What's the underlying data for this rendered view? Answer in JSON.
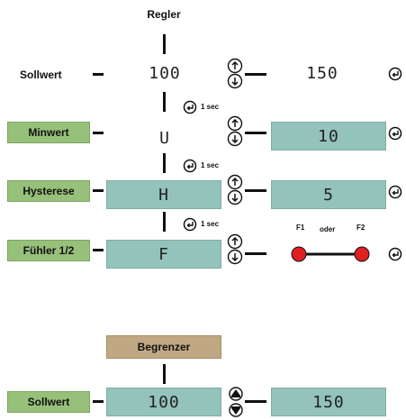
{
  "header": {
    "regler": "Regler",
    "begrenzer": "Begrenzer"
  },
  "rows": {
    "sollwert": {
      "label": "Sollwert",
      "value": "100",
      "alt_value": "150"
    },
    "minwert": {
      "label": "Minwert",
      "value": "U",
      "alt_value": "10"
    },
    "hysterese": {
      "label": "Hysterese",
      "value": "H",
      "alt_value": "5"
    },
    "fuehler": {
      "label": "Fühler 1/2",
      "value": "F",
      "f1": "F1",
      "oder": "oder",
      "f2": "F2"
    }
  },
  "steps": {
    "one_sec_1": "1 sec",
    "one_sec_2": "1 sec",
    "one_sec_3": "1 sec"
  },
  "begrenzer_row": {
    "label": "Sollwert",
    "value": "100",
    "alt_value": "150"
  },
  "colors": {
    "green": "#97c07a",
    "lcd": "#93c3bb",
    "tan": "#c0a884",
    "red": "#e02020"
  },
  "icons": [
    "up-down-arrows-icon",
    "enter-icon",
    "up-down-filled-icon"
  ]
}
